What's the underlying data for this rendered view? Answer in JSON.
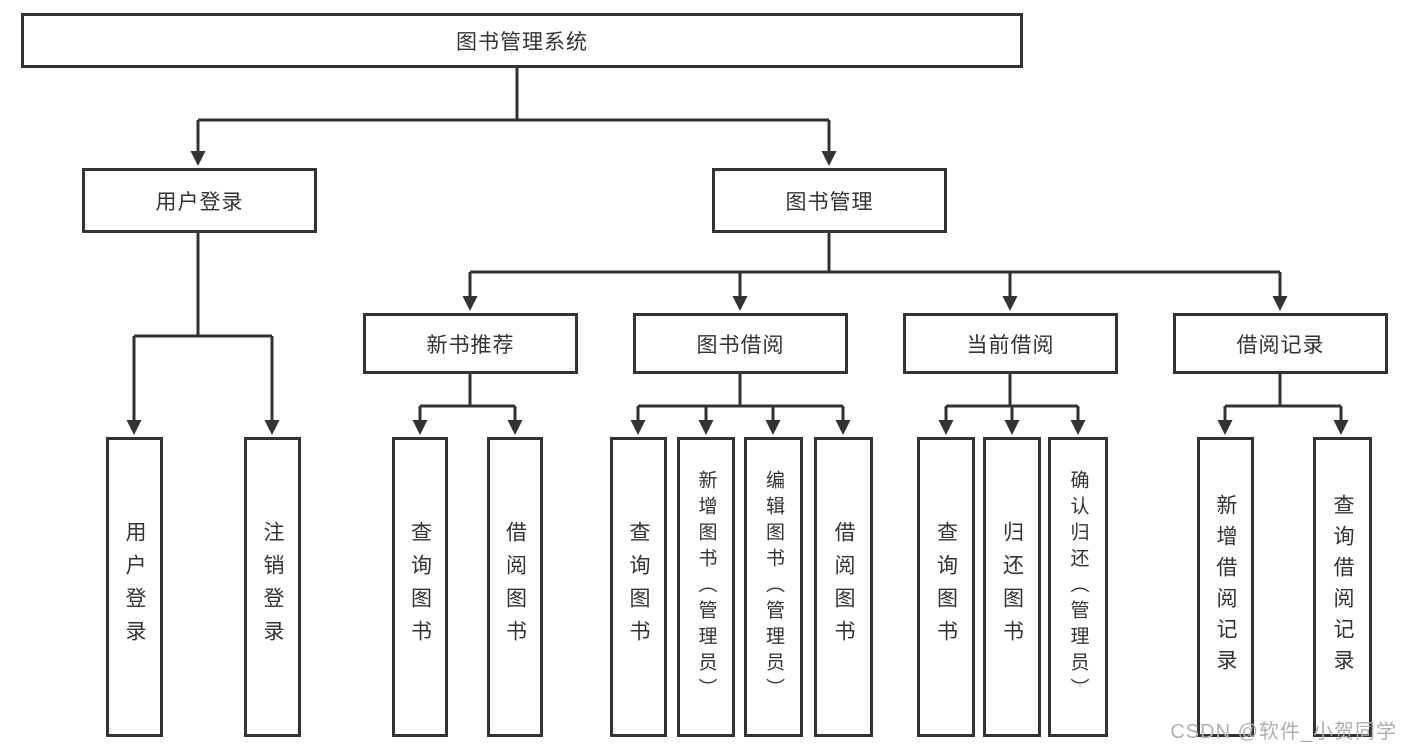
{
  "diagram": {
    "root": {
      "label": "图书管理系统"
    },
    "branches": {
      "user_login": {
        "label": "用户登录"
      },
      "book_management": {
        "label": "图书管理"
      }
    },
    "modules": [
      {
        "label": "新书推荐"
      },
      {
        "label": "图书借阅"
      },
      {
        "label": "当前借阅"
      },
      {
        "label": "借阅记录"
      }
    ],
    "leaves": {
      "user_login": [
        {
          "label": "用户登录"
        },
        {
          "label": "注销登录"
        }
      ],
      "new_book": [
        {
          "label": "查询图书"
        },
        {
          "label": "借阅图书"
        }
      ],
      "book_borrow": [
        {
          "label": "查询图书"
        },
        {
          "label": "新增图书（管理员）"
        },
        {
          "label": "编辑图书（管理员）"
        },
        {
          "label": "借阅图书"
        }
      ],
      "current_borrow": [
        {
          "label": "查询图书"
        },
        {
          "label": "归还图书"
        },
        {
          "label": "确认归还（管理员）"
        }
      ],
      "borrow_records": [
        {
          "label": "新增借阅记录"
        },
        {
          "label": "查询借阅记录"
        }
      ]
    },
    "line_color": "#333333"
  },
  "watermark": {
    "text": "CSDN @软件_小贺同学"
  }
}
